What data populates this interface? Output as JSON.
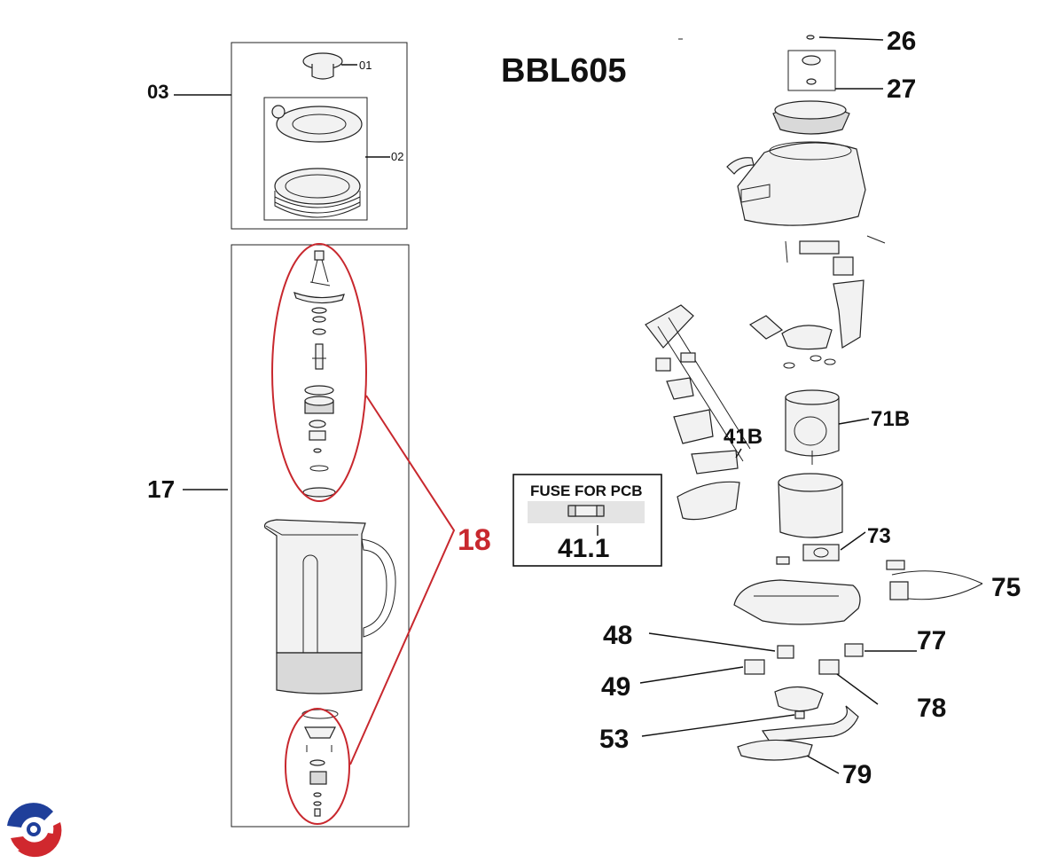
{
  "title": "BBL605",
  "callouts": {
    "c01": "01",
    "c02": "02",
    "c03": "03",
    "c17": "17",
    "c18": "18",
    "c26": "26",
    "c27": "27",
    "c41b": "41B",
    "c71b": "71B",
    "c73": "73",
    "c75": "75",
    "c48": "48",
    "c77": "77",
    "c49": "49",
    "c78": "78",
    "c53": "53",
    "c79": "79"
  },
  "fuse_box": {
    "title": "FUSE FOR PCB",
    "part_number": "41.1"
  },
  "colors": {
    "highlight": "#c8282e",
    "line": "#111111",
    "logo_blue": "#1f3f9a",
    "logo_red": "#d0282e"
  },
  "icons": {
    "logo": "swirl-logo-icon"
  }
}
